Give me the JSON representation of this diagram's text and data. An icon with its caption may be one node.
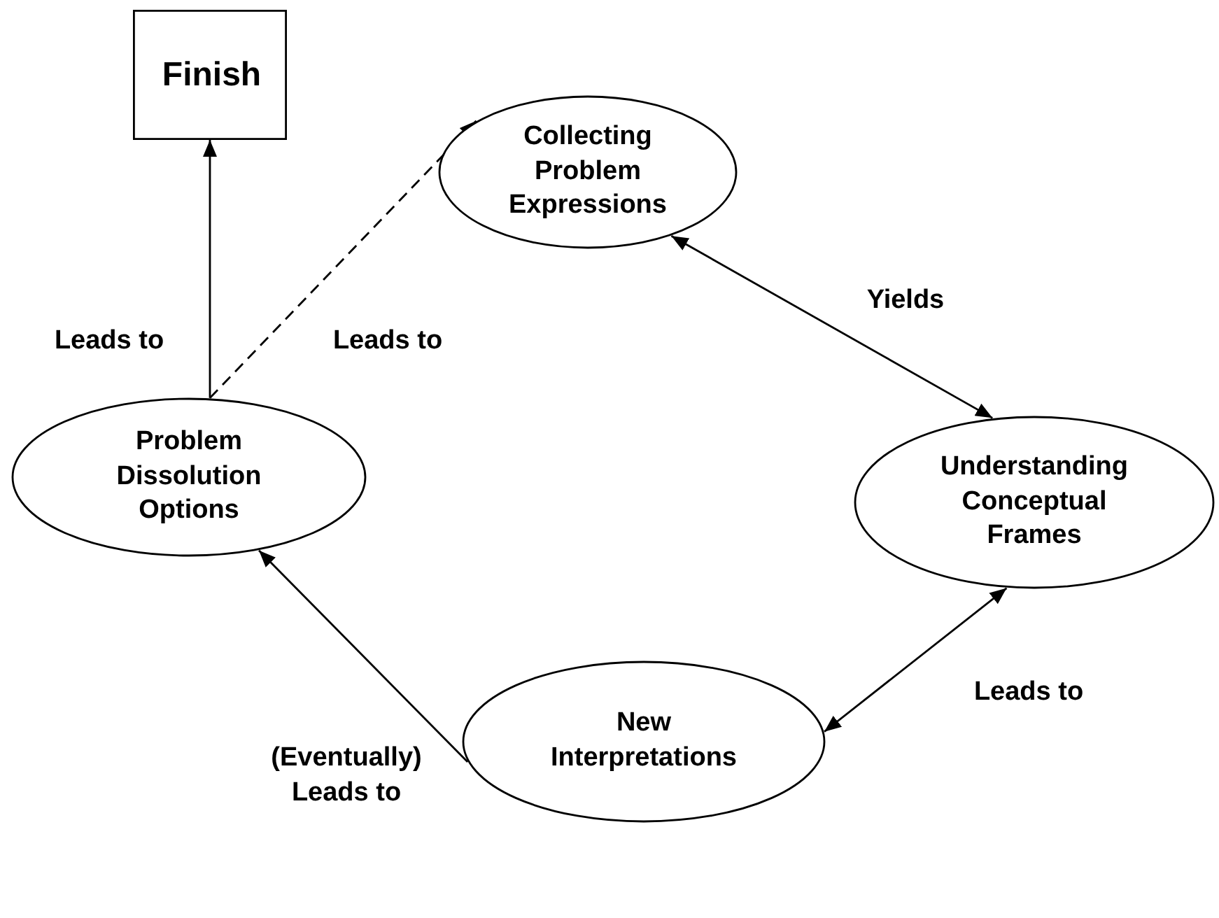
{
  "diagram": {
    "nodes": [
      {
        "text": [
          "Finish"
        ]
      },
      {
        "text": [
          "Collecting Problem Expressions"
        ]
      },
      {
        "text": [
          "Understanding Conceptual Frames"
        ]
      },
      {
        "text": [
          "New Interpretations"
        ]
      },
      {
        "text": [
          "Problem Dissolution Options"
        ]
      }
    ],
    "edges": [
      {
        "from": 4,
        "to": 0,
        "arrow": "to",
        "label": "Leads to"
      },
      {
        "from": 4,
        "to": 1,
        "arrow": "to",
        "label": "Leads to",
        "style": "dashed"
      },
      {
        "from": 1,
        "to": 2,
        "arrow": "both",
        "label": "Yields"
      },
      {
        "from": 2,
        "to": 3,
        "arrow": "both",
        "label": "Leads to"
      },
      {
        "from": 3,
        "to": 4,
        "arrow": "to",
        "label": "(Eventually) Leads to"
      }
    ]
  }
}
